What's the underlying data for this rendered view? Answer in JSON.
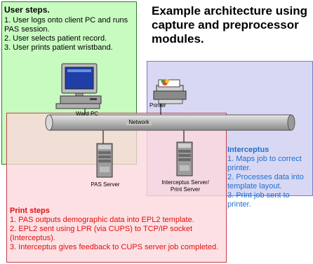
{
  "title": "Example architecture using capture and preprocessor modules.",
  "user_steps": {
    "title": "User steps.",
    "steps": [
      "1. User logs onto client PC and runs PAS session.",
      "2. User selects patient record.",
      "3. User prints patient wristband."
    ]
  },
  "interceptus": {
    "title": "Interceptus",
    "steps": [
      "1. Maps job to correct printer.",
      "2. Processes data into template layout.",
      "3. Print job sent to printer."
    ]
  },
  "print_steps": {
    "title": "Print steps",
    "steps": [
      "1. PAS outputs demographic data into EPL2 template.",
      "2. EPL2 sent using LPR (via CUPS) to TCP/IP socket (Interceptus).",
      "3. Interceptus gives feedback to CUPS server job completed."
    ]
  },
  "nodes": {
    "ward_pc": "Ward PC",
    "printer": "Printer",
    "network": "Network",
    "pas_server": "PAS Server",
    "interceptus_server": "Interceptus Server/ Print Server"
  },
  "colors": {
    "user_fill": "#c8fbc0",
    "intercept_fill": "#d9d8f4",
    "print_fill": "#fcd7db",
    "intercept_text": "#1e6fd0",
    "print_text": "#e01010"
  }
}
